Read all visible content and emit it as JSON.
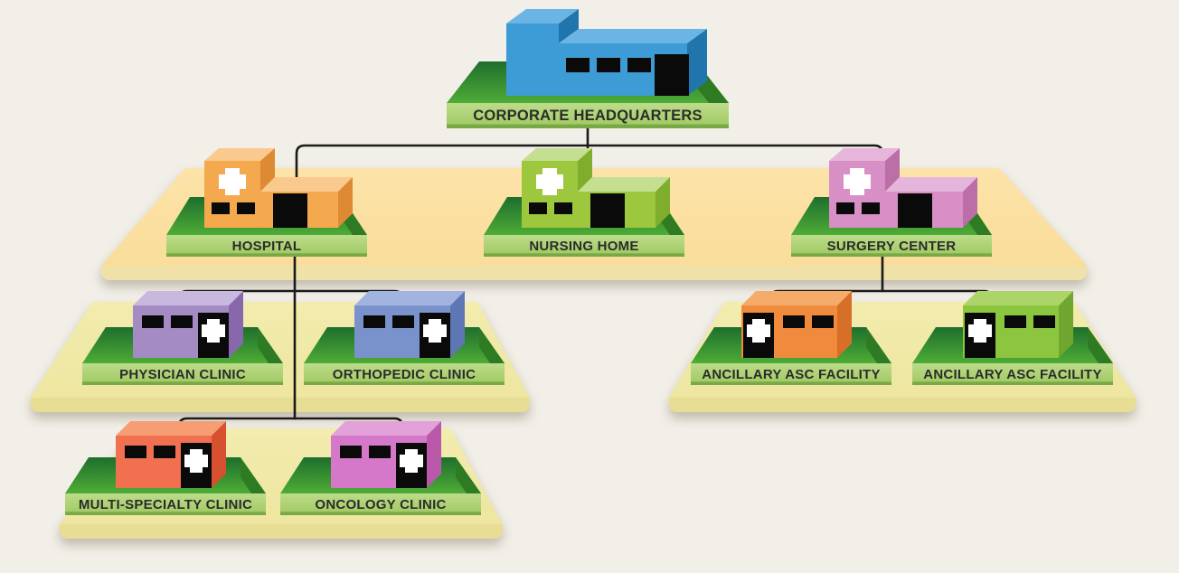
{
  "diagram": {
    "type": "org-chart",
    "root_label": "CORPORATE HEADQUARTERS",
    "edges": [
      [
        "CORPORATE HEADQUARTERS",
        "HOSPITAL"
      ],
      [
        "CORPORATE HEADQUARTERS",
        "NURSING HOME"
      ],
      [
        "CORPORATE HEADQUARTERS",
        "SURGERY CENTER"
      ],
      [
        "HOSPITAL",
        "PHYSICIAN CLINIC"
      ],
      [
        "HOSPITAL",
        "ORTHOPEDIC CLINIC"
      ],
      [
        "HOSPITAL",
        "MULTI-SPECIALTY CLINIC"
      ],
      [
        "HOSPITAL",
        "ONCOLOGY CLINIC"
      ],
      [
        "SURGERY CENTER",
        "ANCILLARY ASC FACILITY (1)"
      ],
      [
        "SURGERY CENTER",
        "ANCILLARY ASC FACILITY (2)"
      ]
    ]
  },
  "nodes": [
    {
      "id": "hq",
      "label": "CORPORATE HEADQUARTERS",
      "building": "office",
      "door": "right",
      "colors": {
        "main": "#3D9BD5",
        "light": "#6AB5E4",
        "dark": "#2076AC"
      }
    },
    {
      "id": "hospital",
      "label": "HOSPITAL",
      "building": "medical",
      "door": "right",
      "colors": {
        "main": "#F5A94F",
        "light": "#FAC98E",
        "dark": "#DE8A33"
      }
    },
    {
      "id": "nursing-home",
      "label": "NURSING HOME",
      "building": "medical",
      "door": "right",
      "colors": {
        "main": "#9DC83E",
        "light": "#C4DF8F",
        "dark": "#7FAE2D"
      }
    },
    {
      "id": "surgery-center",
      "label": "SURGERY CENTER",
      "building": "medical",
      "door": "right",
      "colors": {
        "main": "#D78FC6",
        "light": "#E6B5DC",
        "dark": "#BB6EA7"
      }
    },
    {
      "id": "physician-clinic",
      "label": "PHYSICIAN CLINIC",
      "building": "clinic",
      "door": "right",
      "colors": {
        "main": "#A58BC4",
        "light": "#C8B8DE",
        "dark": "#8768AD"
      }
    },
    {
      "id": "orthopedic-clinic",
      "label": "ORTHOPEDIC CLINIC",
      "building": "clinic",
      "door": "right",
      "colors": {
        "main": "#7A92CC",
        "light": "#A2B3DF",
        "dark": "#5E76B3"
      }
    },
    {
      "id": "multi-specialty-clinic",
      "label": "MULTI-SPECIALTY CLINIC",
      "building": "clinic",
      "door": "right",
      "colors": {
        "main": "#F17050",
        "light": "#F69D74",
        "dark": "#D7502F"
      }
    },
    {
      "id": "oncology-clinic",
      "label": "ONCOLOGY CLINIC",
      "building": "clinic",
      "door": "right",
      "colors": {
        "main": "#D678C9",
        "light": "#E2A2D9",
        "dark": "#BA58A9"
      }
    },
    {
      "id": "ancillary-asc-1",
      "label": "ANCILLARY ASC FACILITY",
      "building": "clinic",
      "door": "left",
      "colors": {
        "main": "#F08B3D",
        "light": "#F5AC6B",
        "dark": "#D76F28"
      }
    },
    {
      "id": "ancillary-asc-2",
      "label": "ANCILLARY ASC FACILITY",
      "building": "clinic",
      "door": "left",
      "colors": {
        "main": "#8CC63F",
        "light": "#ACD468",
        "dark": "#6FA62F"
      }
    }
  ],
  "palette": {
    "background": "#F2EFE8",
    "connector": "#1A1A1A",
    "label_color": "#2B2B2B",
    "window": "#0A0A0A",
    "cross": "#FFFFFF",
    "platform_top_back": "#1E6E2D",
    "platform_top_front": "#4EAC36",
    "platform_side": "#2E7B23",
    "platform_face_top": "#BEDC8B",
    "platform_face_bottom": "#A3CB66",
    "platform_face_edge": "#79A946",
    "band_tan_top": "#FBDF9F",
    "band_tan_face": "#EFE1A8",
    "band_pale_top": "#F0E9A7",
    "band_pale_face": "#E7DD94"
  }
}
